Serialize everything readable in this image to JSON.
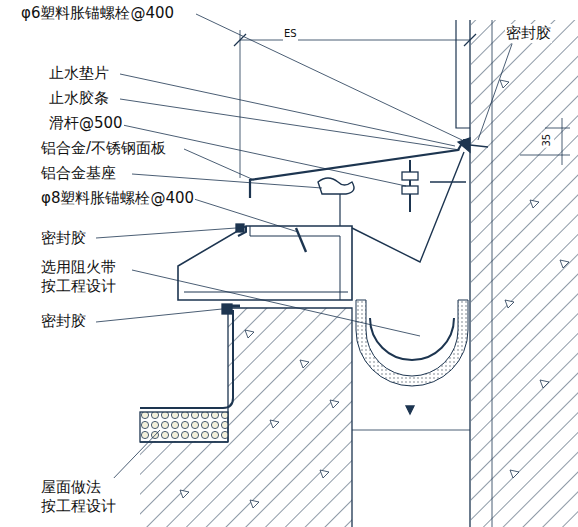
{
  "diagram": {
    "labels": [
      "φ6塑料胀锚螺栓@400",
      "ES",
      "密封胶",
      "止水垫片",
      "止水胶条",
      "滑杆@500",
      "铝合金/不锈钢面板",
      "铝合金基座",
      "φ8塑料胀锚螺栓@400",
      "密封胶",
      "选用阻火带 按工程设计",
      "密封胶",
      "屋面做法 按工程设计",
      "35"
    ]
  }
}
